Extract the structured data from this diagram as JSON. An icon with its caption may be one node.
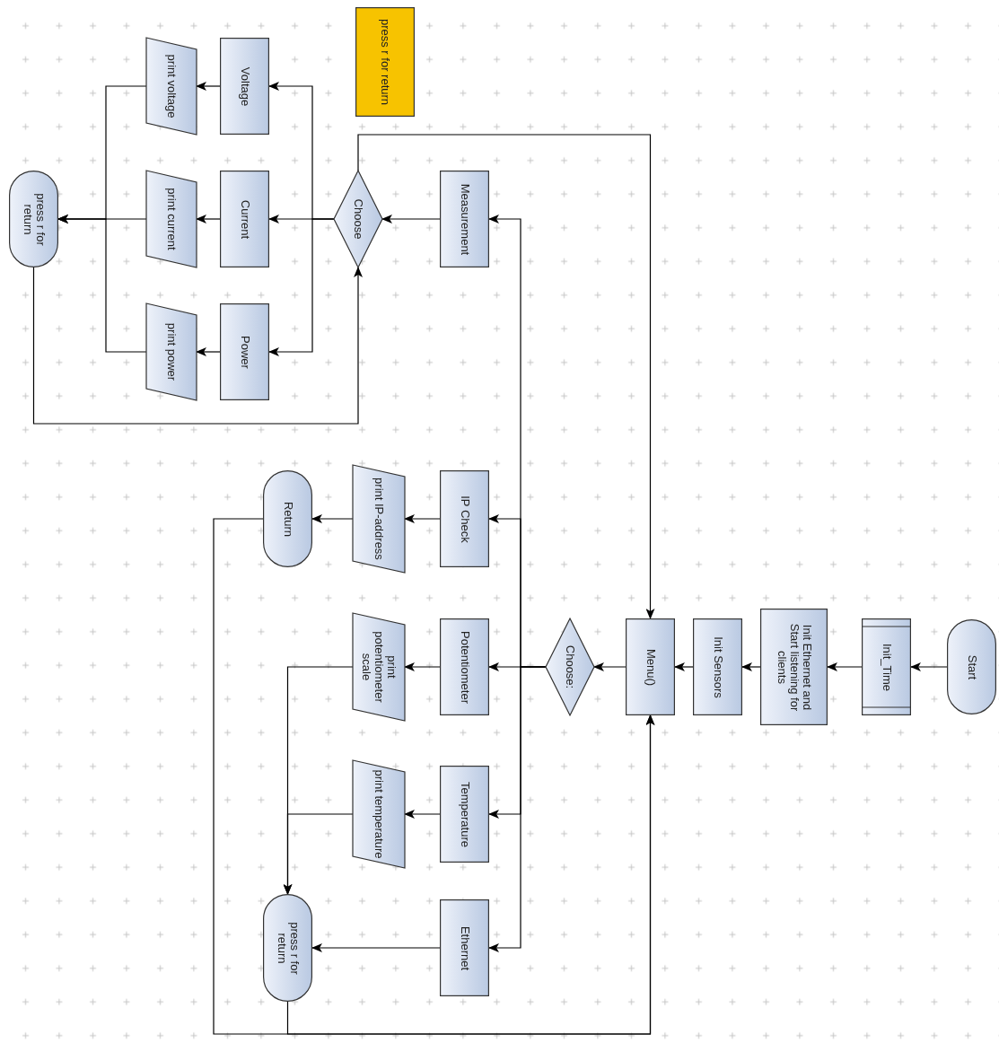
{
  "diagram": {
    "nodes": [
      {
        "text": [
          "Start"
        ]
      },
      {
        "text": [
          "Init_Time"
        ]
      },
      {
        "text": [
          "Init Ethernet and Start listening for clients"
        ]
      },
      {
        "text": [
          "Init Sensors"
        ]
      },
      {
        "text": [
          "Menu()"
        ]
      },
      {
        "text": [
          "Choose:"
        ]
      },
      {
        "text": [
          "IP Check"
        ]
      },
      {
        "text": [
          "Potentiometer"
        ]
      },
      {
        "text": [
          "Temperature"
        ]
      },
      {
        "text": [
          "Ethernet"
        ]
      },
      {
        "text": [
          "print IP-address"
        ]
      },
      {
        "text": [
          "print potentiometer scale"
        ]
      },
      {
        "text": [
          "print temperature"
        ]
      },
      {
        "text": [
          "Return"
        ]
      },
      {
        "text": [
          "press r for return"
        ]
      },
      {
        "text": [
          "Measurement"
        ]
      },
      {
        "text": [
          "Choose"
        ]
      },
      {
        "text": [
          "Voltage"
        ]
      },
      {
        "text": [
          "Current"
        ]
      },
      {
        "text": [
          "Power"
        ]
      },
      {
        "text": [
          "print voltage"
        ]
      },
      {
        "text": [
          "print current"
        ]
      },
      {
        "text": [
          "print power"
        ]
      },
      {
        "text": [
          "press r for return"
        ]
      },
      {
        "text": [
          "press r for return"
        ]
      }
    ],
    "edges": [
      {
        "from": 0,
        "to": 1,
        "arrow": "to"
      },
      {
        "from": 1,
        "to": 2,
        "arrow": "to"
      },
      {
        "from": 2,
        "to": 3,
        "arrow": "to"
      },
      {
        "from": 3,
        "to": 4,
        "arrow": "to"
      },
      {
        "from": 4,
        "to": 5,
        "arrow": "to"
      },
      {
        "from": 5,
        "to": 6,
        "arrow": "to"
      },
      {
        "from": 5,
        "to": 7,
        "arrow": "to"
      },
      {
        "from": 5,
        "to": 8,
        "arrow": "to"
      },
      {
        "from": 5,
        "to": 9,
        "arrow": "to"
      },
      {
        "from": 5,
        "to": 15,
        "arrow": "to"
      },
      {
        "from": 6,
        "to": 10,
        "arrow": "to"
      },
      {
        "from": 7,
        "to": 11,
        "arrow": "to"
      },
      {
        "from": 8,
        "to": 12,
        "arrow": "to"
      },
      {
        "from": 9,
        "to": 14,
        "arrow": "to"
      },
      {
        "from": 10,
        "to": 13,
        "arrow": "to"
      },
      {
        "from": 13,
        "to": 4,
        "arrow": "to"
      },
      {
        "from": 11,
        "to": 14,
        "arrow": "to"
      },
      {
        "from": 12,
        "to": 14,
        "arrow": "to"
      },
      {
        "from": 14,
        "to": 4,
        "arrow": "to"
      },
      {
        "from": 15,
        "to": 16,
        "arrow": "to"
      },
      {
        "from": 16,
        "to": 17,
        "arrow": "to"
      },
      {
        "from": 16,
        "to": 18,
        "arrow": "to"
      },
      {
        "from": 16,
        "to": 19,
        "arrow": "to"
      },
      {
        "from": 17,
        "to": 20,
        "arrow": "to"
      },
      {
        "from": 18,
        "to": 21,
        "arrow": "to"
      },
      {
        "from": 19,
        "to": 22,
        "arrow": "to"
      },
      {
        "from": 20,
        "to": 23,
        "arrow": "to"
      },
      {
        "from": 21,
        "to": 23,
        "arrow": "to"
      },
      {
        "from": 22,
        "to": 23,
        "arrow": "to"
      },
      {
        "from": 23,
        "to": 16,
        "arrow": "to"
      },
      {
        "from": 16,
        "to": 4,
        "arrow": "to"
      }
    ]
  }
}
